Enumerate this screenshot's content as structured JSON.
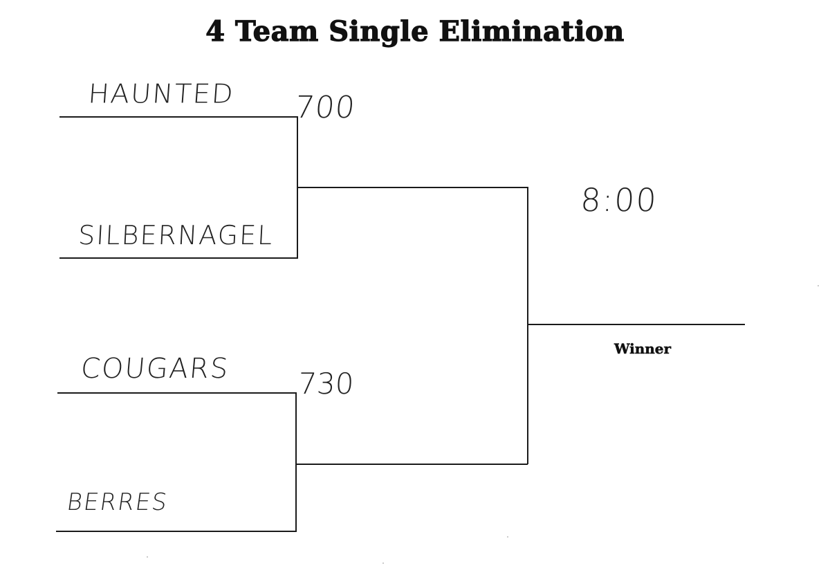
{
  "title": "4 Team Single Elimination",
  "bracket": {
    "round1": [
      {
        "time": "700",
        "teams": [
          "HAUNTED",
          "SILBERNAGEL"
        ]
      },
      {
        "time": "730",
        "teams": [
          "COUGARS",
          "BERRES"
        ]
      }
    ],
    "final": {
      "time": "8:00"
    },
    "winner_label": "Winner"
  },
  "colors": {
    "ink": "#111111",
    "line": "#1a1a1a",
    "background": "#ffffff"
  }
}
